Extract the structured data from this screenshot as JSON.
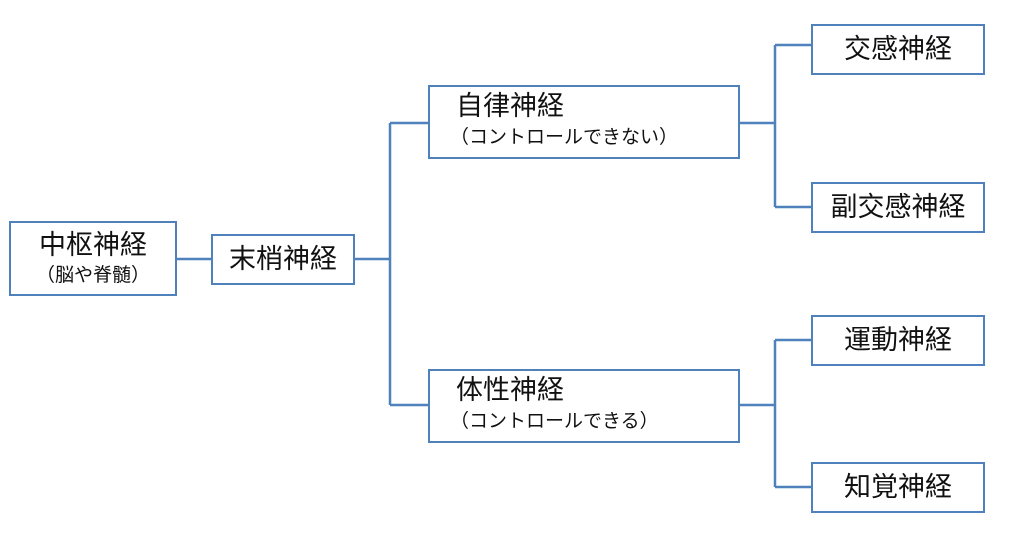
{
  "diagram": {
    "line_color": "#4f81bd",
    "box_border_color": "#4f81bd",
    "nodes": {
      "central": {
        "title": "中枢神経",
        "subtitle": "（脳や脊髄）"
      },
      "peripheral": {
        "title": "末梢神経"
      },
      "autonomic": {
        "title": "自律神経",
        "subtitle": "（コントロールできない）"
      },
      "somatic": {
        "title": "体性神経",
        "subtitle": "（コントロールできる）"
      },
      "sympathetic": {
        "title": "交感神経"
      },
      "parasympathetic": {
        "title": "副交感神経"
      },
      "motor": {
        "title": "運動神経"
      },
      "sensory": {
        "title": "知覚神経"
      }
    }
  }
}
